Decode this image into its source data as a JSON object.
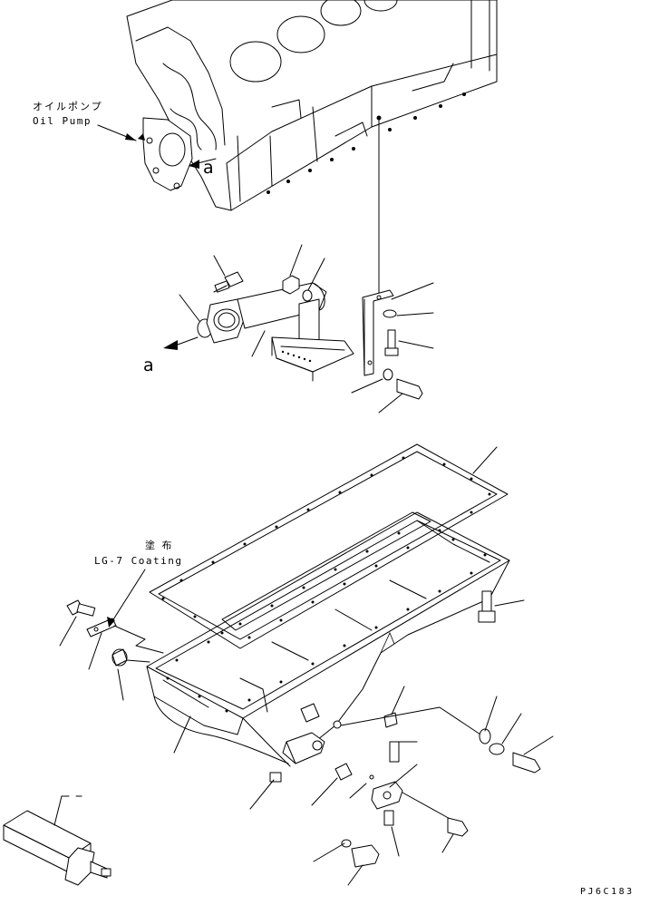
{
  "labels": {
    "oil_pump_jp": "オイルポンプ",
    "oil_pump_en": "Oil Pump",
    "view_a_upper": "a",
    "view_a_lower": "a",
    "coating_jp": "塗 布",
    "coating_en": "LG-7 Coating",
    "drawing_code": "PJ6C183"
  }
}
